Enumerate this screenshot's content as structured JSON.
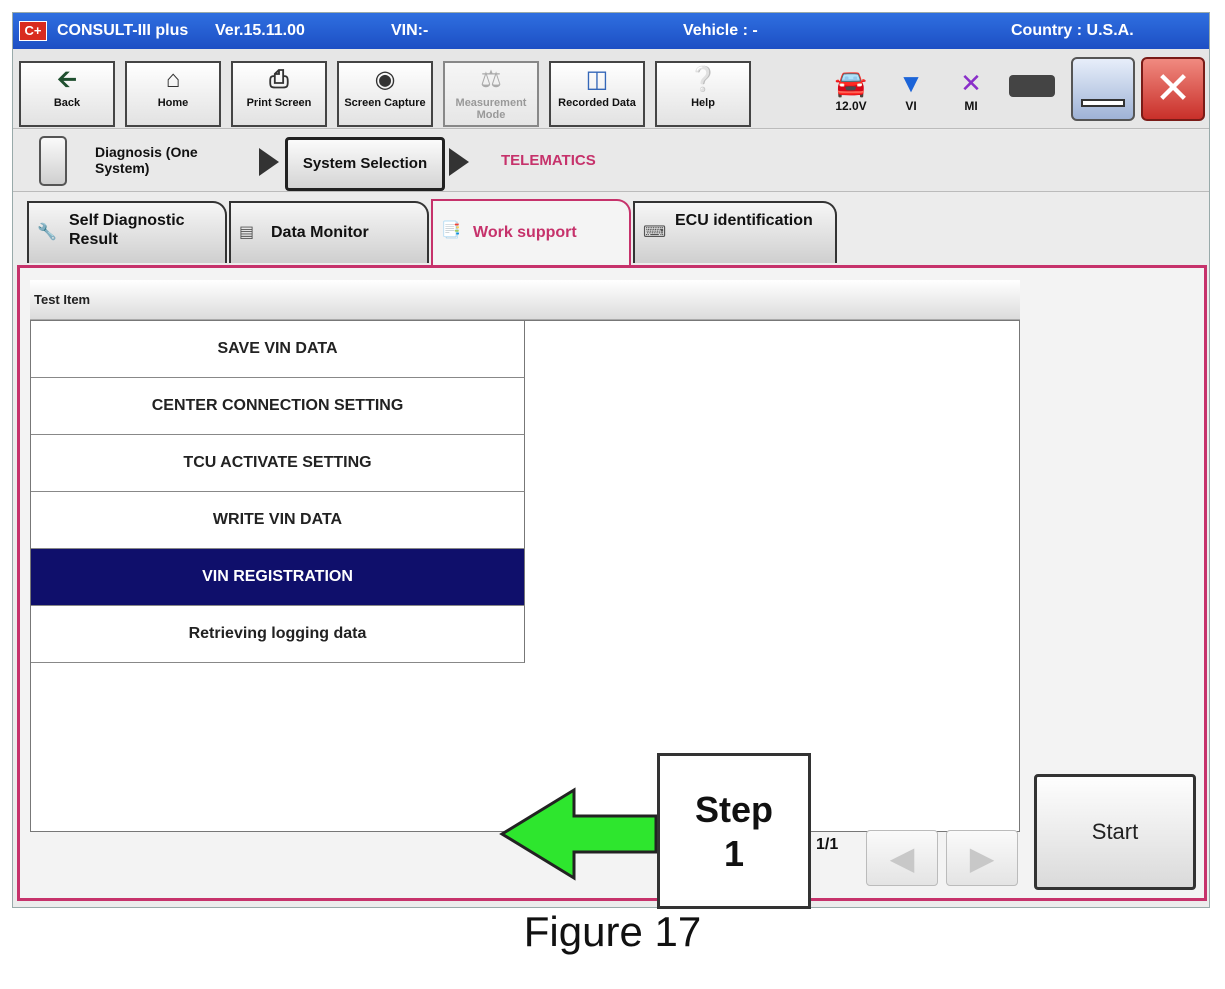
{
  "titlebar": {
    "logo": "C+",
    "app": "CONSULT-III plus",
    "version": "Ver.15.11.00",
    "vin": "VIN:-",
    "vehicle": "Vehicle : -",
    "country": "Country : U.S.A."
  },
  "toolbar": {
    "buttons": [
      {
        "label": "Back",
        "icon": "back-arrow-icon"
      },
      {
        "label": "Home",
        "icon": "home-icon"
      },
      {
        "label": "Print Screen",
        "icon": "printer-icon"
      },
      {
        "label": "Screen Capture",
        "icon": "camera-icon"
      },
      {
        "label": "Measurement Mode",
        "icon": "measurement-icon"
      },
      {
        "label": "Recorded Data",
        "icon": "recorded-data-icon"
      },
      {
        "label": "Help",
        "icon": "help-icon"
      }
    ],
    "status": {
      "voltage": "12.0V",
      "vi": "VI",
      "mi": "MI"
    }
  },
  "breadcrumb": {
    "diagnosis": "Diagnosis (One System)",
    "system_selection": "System Selection",
    "current": "TELEMATICS"
  },
  "tabs": [
    {
      "label": "Self Diagnostic Result",
      "icon": "wrench-icon",
      "active": false
    },
    {
      "label": "Data Monitor",
      "icon": "monitor-icon",
      "active": false
    },
    {
      "label": "Work support",
      "icon": "work-support-icon",
      "active": true
    },
    {
      "label": "ECU identification",
      "icon": "ecu-icon",
      "active": false
    }
  ],
  "test_item": {
    "header": "Test Item",
    "rows": [
      {
        "label": "SAVE VIN DATA",
        "selected": false
      },
      {
        "label": "CENTER CONNECTION SETTING",
        "selected": false
      },
      {
        "label": "TCU ACTIVATE SETTING",
        "selected": false
      },
      {
        "label": "WRITE VIN DATA",
        "selected": false
      },
      {
        "label": "VIN REGISTRATION",
        "selected": true
      },
      {
        "label": "Retrieving logging data",
        "selected": false
      }
    ]
  },
  "pager": {
    "text": "1/1"
  },
  "start_label": "Start",
  "callout": {
    "step": "Step",
    "number": "1"
  },
  "colors": {
    "titlebar": "#1d4fc4",
    "accent": "#c6326b",
    "selected_row": "#0f0f6b",
    "arrow": "#2ee62e"
  },
  "caption": "Figure 17"
}
